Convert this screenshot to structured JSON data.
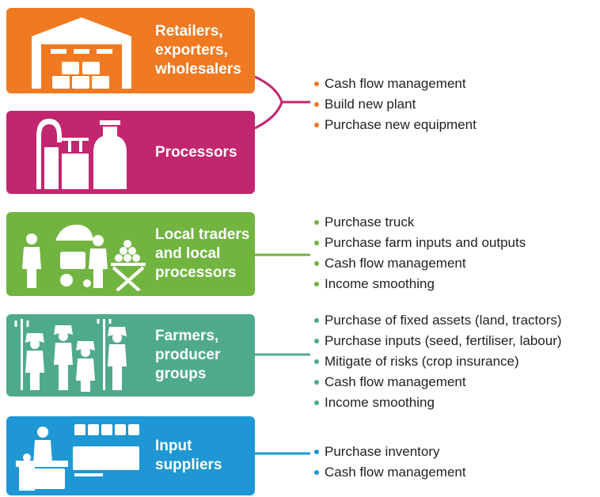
{
  "tiers": [
    {
      "id": "retailers",
      "label": "Retailers,\nexporters,\nwholesalers",
      "color": "#F07A22",
      "icon": "warehouse-icon"
    },
    {
      "id": "processors",
      "label": "Processors",
      "color": "#C2266E",
      "icon": "factory-silo-icon"
    },
    {
      "id": "local-traders",
      "label": "Local traders\nand local\nprocessors",
      "color": "#72B440",
      "icon": "market-stall-traders-icon"
    },
    {
      "id": "farmers",
      "label": "Farmers,\nproducer\ngroups",
      "color": "#4FAA8C",
      "icon": "farmers-pitchfork-icon"
    },
    {
      "id": "input-suppliers",
      "label": "Input\nsuppliers",
      "color": "#1E97D4",
      "icon": "shop-counter-icon"
    }
  ],
  "needs": [
    {
      "group": "retailers-processors",
      "color": "#F07A22",
      "items": [
        "Cash flow management",
        "Build new plant",
        "Purchase new equipment"
      ]
    },
    {
      "group": "local-traders",
      "color": "#72B440",
      "items": [
        "Purchase truck",
        "Purchase farm inputs and outputs",
        "Cash flow management",
        "Income smoothing"
      ]
    },
    {
      "group": "farmers",
      "color": "#4FAA8C",
      "items": [
        "Purchase of fixed assets (land, tractors)",
        "Purchase inputs (seed, fertiliser, labour)",
        "Mitigate of risks (crop insurance)",
        "Cash flow management",
        "Income smoothing"
      ]
    },
    {
      "group": "input-suppliers",
      "color": "#1E97D4",
      "items": [
        "Purchase inventory",
        "Cash flow management"
      ]
    }
  ]
}
